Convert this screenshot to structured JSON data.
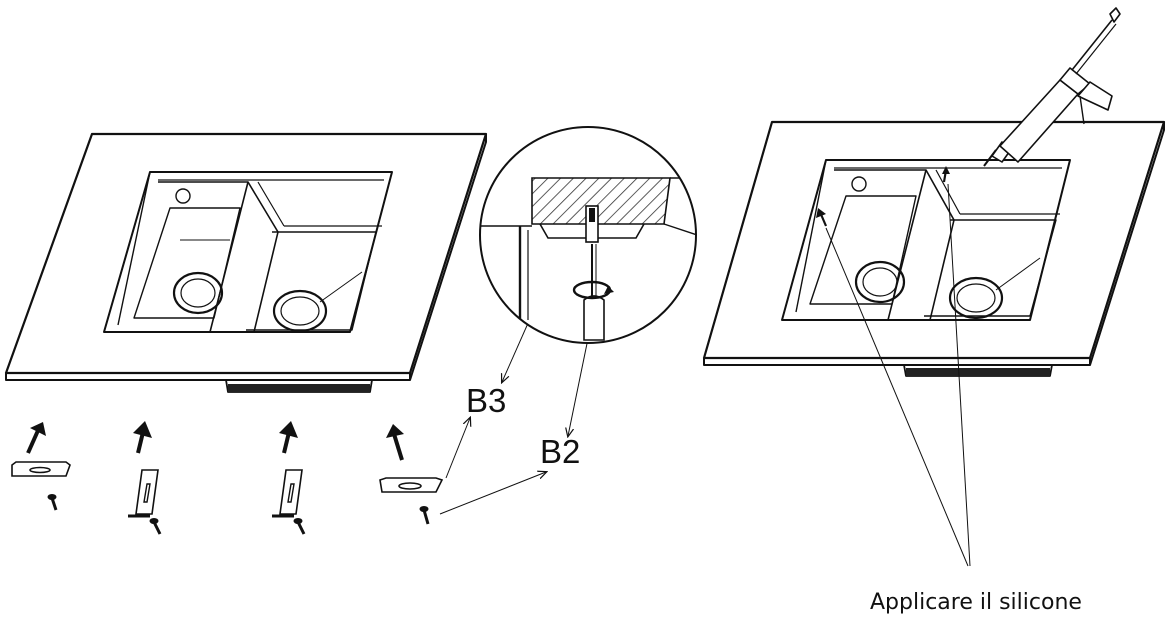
{
  "labels": {
    "b3": "B3",
    "b2": "B2",
    "silicone": "Applicare il silicone"
  },
  "colors": {
    "ink": "#111111",
    "hatch": "#333333",
    "paper": "#ffffff"
  },
  "icons": [
    "arrow-up-icon",
    "clip-icon",
    "screw-icon",
    "screwdriver-icon",
    "rotation-icon",
    "caulking-gun-icon"
  ]
}
